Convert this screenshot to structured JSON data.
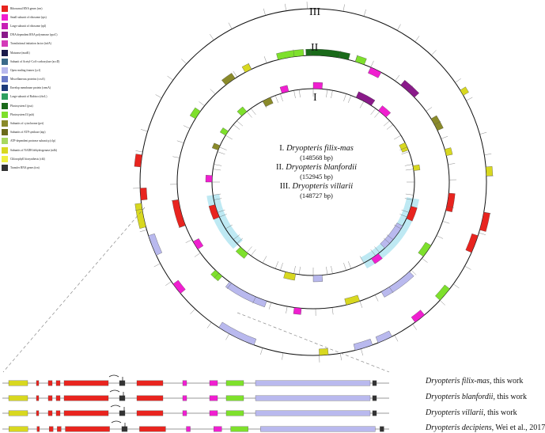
{
  "legend": [
    {
      "label": "Ribosomal RNA genes (rrn)",
      "color": "#e8241f"
    },
    {
      "label": "Small subunit of ribosome (rps)",
      "color": "#f01fd0"
    },
    {
      "label": "Large subunit of ribosome (rpl)",
      "color": "#c71fb5"
    },
    {
      "label": "DNA dependent RNA polymerase (rpoC)",
      "color": "#8a1a8a"
    },
    {
      "label": "Translational initiation factor (infA)",
      "color": "#d43ab8"
    },
    {
      "label": "Maturase (matK)",
      "color": "#1a1a4a"
    },
    {
      "label": "Subunit of Acetyl-CoA-carboxylase (accD)",
      "color": "#3a6a8a"
    },
    {
      "label": "Open reading frames (ycf)",
      "color": "#b9b9ee"
    },
    {
      "label": "Miscellaneous proteins (ccsA)",
      "color": "#6a7ac8"
    },
    {
      "label": "Envelop membrane protein (cemA)",
      "color": "#1c3a7a"
    },
    {
      "label": "Large subunit of Rubisco (rbcL)",
      "color": "#2ea060"
    },
    {
      "label": "Photosystem I (psa)",
      "color": "#1a6a1a"
    },
    {
      "label": "Photosystem II (psb)",
      "color": "#7ee02c"
    },
    {
      "label": "Subunits of cytochrome (pet)",
      "color": "#8a8a2a"
    },
    {
      "label": "Subunits of ATP synthase (atp)",
      "color": "#6a6a1a"
    },
    {
      "label": "ATP-dependent protease subunit p (clp)",
      "color": "#a8d860"
    },
    {
      "label": "Subunits of NADH dehydrogenase (ndh)",
      "color": "#d8d820"
    },
    {
      "label": "Chlorophyll biosynthesis (chl)",
      "color": "#f0f040"
    },
    {
      "label": "Transfer RNA genes (trn)",
      "color": "#333333"
    }
  ],
  "rings": {
    "outer": "III",
    "middle": "II",
    "inner": "I"
  },
  "genomes": [
    {
      "name": "Dryopteris filix-mas",
      "prefix": "I.",
      "size": "(148568 bp)"
    },
    {
      "name": "Dryopteris blanfordii",
      "prefix": "II.",
      "size": "(152945 bp)"
    },
    {
      "name": "Dryopteris villarii",
      "prefix": "III.",
      "size": "(148727 bp)"
    }
  ],
  "comparison": [
    {
      "species": "Dryopteris filix-mas",
      "suffix": ", this work"
    },
    {
      "species": "Dryopteris blanfordii",
      "suffix": ", this work"
    },
    {
      "species": "Dryopteris villarii",
      "suffix": ", this work"
    },
    {
      "species": "Dryopteris decipiens",
      "suffix": ", Wei et al., 2017"
    }
  ],
  "colors": {
    "rrn": "#e8241f",
    "ycf": "#b9b9ee",
    "psb": "#7ee02c",
    "rps": "#f01fd0",
    "ndh": "#d8d820",
    "trn": "#333333",
    "psa": "#1a6a1a",
    "highlight": "#aee4f0",
    "ring": "#111111",
    "pet": "#8a8a2a",
    "rpoC": "#8a1a8a"
  }
}
